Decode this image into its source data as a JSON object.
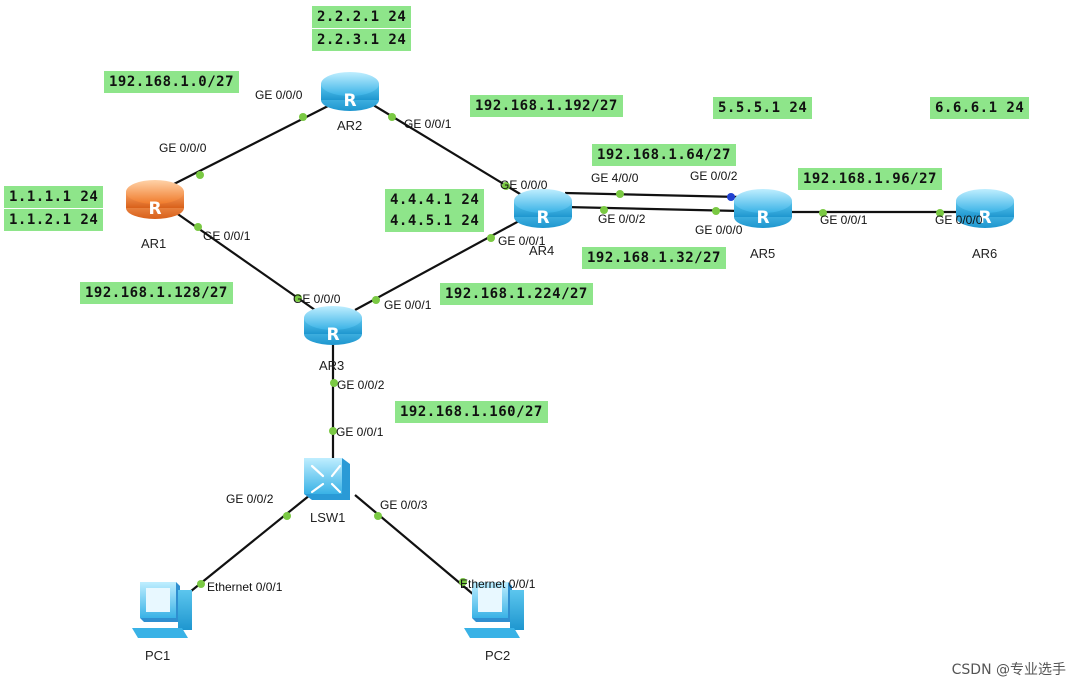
{
  "devices": {
    "AR1": {
      "name": "AR1",
      "type": "router",
      "color": "#f29a4f"
    },
    "AR2": {
      "name": "AR2",
      "type": "router",
      "color": "#6ecbf0"
    },
    "AR3": {
      "name": "AR3",
      "type": "router",
      "color": "#6ecbf0"
    },
    "AR4": {
      "name": "AR4",
      "type": "router",
      "color": "#6ecbf0"
    },
    "AR5": {
      "name": "AR5",
      "type": "router",
      "color": "#6ecbf0"
    },
    "AR6": {
      "name": "AR6",
      "type": "router",
      "color": "#6ecbf0"
    },
    "LSW1": {
      "name": "LSW1",
      "type": "switch",
      "color": "#6ecbf0"
    },
    "PC1": {
      "name": "PC1",
      "type": "pc",
      "color": "#4fb3e8"
    },
    "PC2": {
      "name": "PC2",
      "type": "pc",
      "color": "#4fb3e8"
    }
  },
  "network_labels": {
    "ar2_loop1": "2.2.2.1 24",
    "ar2_loop2": "2.2.3.1 24",
    "net_ar1_ar2": "192.168.1.0/27",
    "net_ar2_ar4": "192.168.1.192/27",
    "ar5_loop": "5.5.5.1 24",
    "ar6_loop": "6.6.6.1 24",
    "net_ar4_ar5_a": "192.168.1.64/27",
    "net_ar5_ar6": "192.168.1.96/27",
    "ar1_loop1": "1.1.1.1 24",
    "ar1_loop2": "1.1.2.1 24",
    "ar4_loop1": "4.4.4.1 24",
    "ar4_loop2": "4.4.5.1 24",
    "net_ar4_ar5_b": "192.168.1.32/27",
    "net_ar1_ar3": "192.168.1.128/27",
    "net_ar3_ar4": "192.168.1.224/27",
    "net_ar3_lsw1": "192.168.1.160/27"
  },
  "port_labels": {
    "ar2_ge000": "GE 0/0/0",
    "ar2_ge001": "GE 0/0/1",
    "ar1_ge000": "GE 0/0/0",
    "ar1_ge001": "GE 0/0/1",
    "ar4_ge000": "GE 0/0/0",
    "ar4_ge400": "GE 4/0/0",
    "ar4_ge002": "GE 0/0/2",
    "ar4_ge001": "GE 0/0/1",
    "ar5_ge002": "GE 0/0/2",
    "ar5_ge000": "GE 0/0/0",
    "ar5_ge001": "GE 0/0/1",
    "ar6_ge000": "GE 0/0/0",
    "ar3_ge000": "GE 0/0/0",
    "ar3_ge001": "GE 0/0/1",
    "ar3_ge002": "GE 0/0/2",
    "lsw1_ge001": "GE 0/0/1",
    "lsw1_ge002": "GE 0/0/2",
    "lsw1_ge003": "GE 0/0/3",
    "pc1_eth": "Ethernet 0/0/1",
    "pc2_eth": "Ethernet 0/0/1"
  },
  "link_colors": {
    "line": "#111111",
    "port_dot": "#7ac943",
    "port_dot_alt": "#2040d0"
  },
  "watermark": "CSDN @专业选手"
}
